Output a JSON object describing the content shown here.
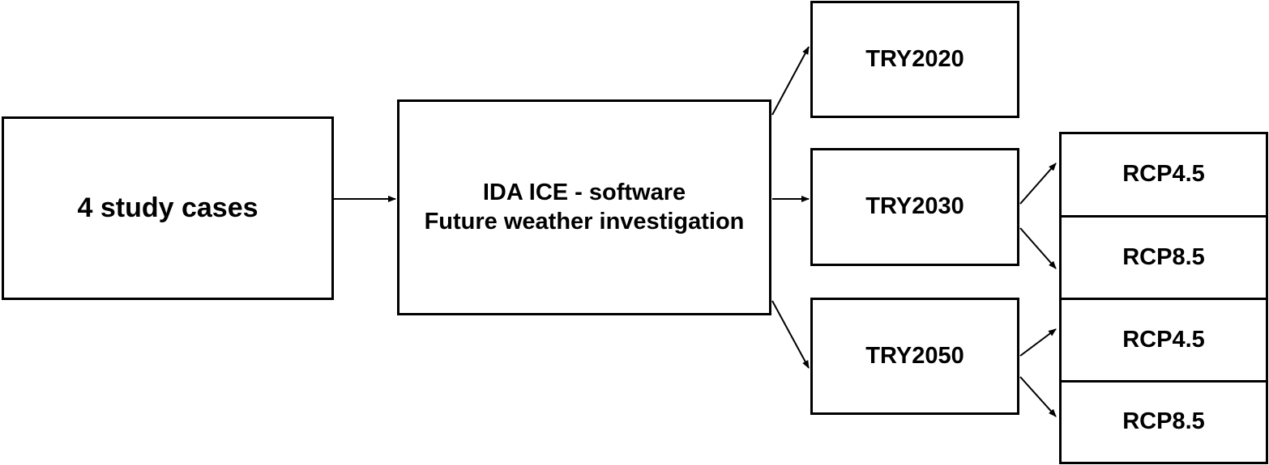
{
  "nodes": {
    "study_cases": "4 study cases",
    "software": {
      "line1": "IDA ICE - software",
      "line2": "Future weather investigation"
    },
    "try2020": "TRY2020",
    "try2030": "TRY2030",
    "try2050": "TRY2050",
    "rcp_2030_45": "RCP4.5",
    "rcp_2030_85": "RCP8.5",
    "rcp_2050_45": "RCP4.5",
    "rcp_2050_85": "RCP8.5"
  },
  "edges": [
    {
      "from": "study_cases",
      "to": "software"
    },
    {
      "from": "software",
      "to": "try2020"
    },
    {
      "from": "software",
      "to": "try2030"
    },
    {
      "from": "software",
      "to": "try2050"
    },
    {
      "from": "try2030",
      "to": "rcp_2030_45"
    },
    {
      "from": "try2030",
      "to": "rcp_2030_85"
    },
    {
      "from": "try2050",
      "to": "rcp_2050_45"
    },
    {
      "from": "try2050",
      "to": "rcp_2050_85"
    }
  ]
}
